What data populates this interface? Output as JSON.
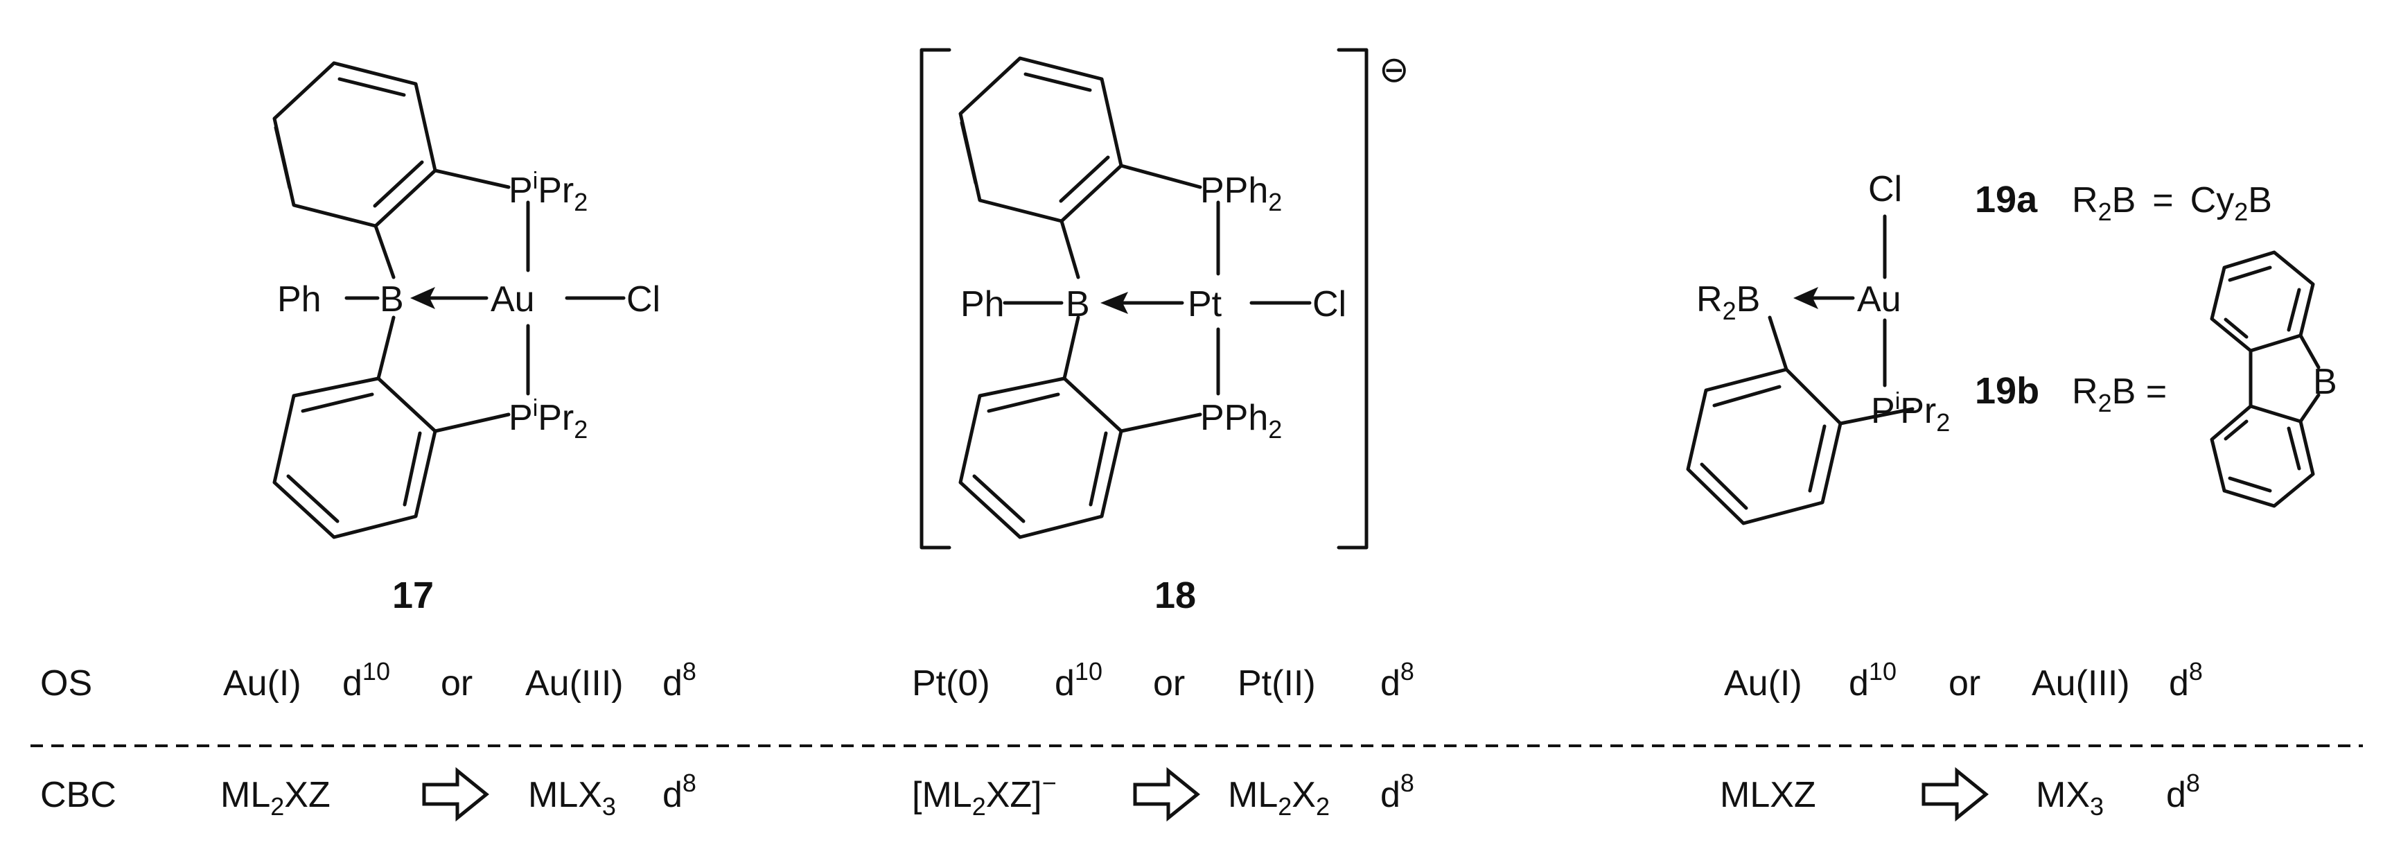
{
  "compounds": {
    "c17": {
      "label": "17",
      "atoms": {
        "p_top": {
          "base": "P",
          "sup": "i",
          "tail": "Pr",
          "sub": "2"
        },
        "p_bottom": {
          "base": "P",
          "sup": "i",
          "tail": "Pr",
          "sub": "2"
        },
        "ph": "Ph",
        "b": "B",
        "metal": "Au",
        "cl": "Cl"
      }
    },
    "c18": {
      "label": "18",
      "charge": "⊖",
      "atoms": {
        "p_top": {
          "base": "PPh",
          "sub": "2"
        },
        "p_bottom": {
          "base": "PPh",
          "sub": "2"
        },
        "ph": "Ph",
        "b": "B",
        "metal": "Pt",
        "cl": "Cl"
      }
    },
    "c19": {
      "atoms": {
        "cl": "Cl",
        "r2b": {
          "base": "R",
          "sub": "2",
          "tail": "B"
        },
        "metal": "Au",
        "p": {
          "base": "P",
          "sup": "i",
          "tail": "Pr",
          "sub": "2"
        }
      },
      "variant_a": {
        "label": "19a",
        "lhs": {
          "base": "R",
          "sub": "2",
          "tail": "B"
        },
        "eq": "=",
        "rhs": {
          "base": "Cy",
          "sub": "2",
          "tail": "B"
        }
      },
      "variant_b": {
        "label": "19b",
        "lhs": {
          "base": "R",
          "sub": "2",
          "tail": "B ="
        },
        "boron": "B"
      }
    }
  },
  "os_row": {
    "label": "OS",
    "c17": [
      {
        "base": "Au(I)"
      },
      {
        "base": "d",
        "sup": "10"
      },
      {
        "base": "or"
      },
      {
        "base": "Au(III)"
      },
      {
        "base": "d",
        "sup": "8"
      }
    ],
    "c18": [
      {
        "base": "Pt(0)"
      },
      {
        "base": "d",
        "sup": "10"
      },
      {
        "base": "or"
      },
      {
        "base": "Pt(II)"
      },
      {
        "base": "d",
        "sup": "8"
      }
    ],
    "c19": [
      {
        "base": "Au(I)"
      },
      {
        "base": "d",
        "sup": "10"
      },
      {
        "base": "or"
      },
      {
        "base": "Au(III)"
      },
      {
        "base": "d",
        "sup": "8"
      }
    ]
  },
  "cbc_row": {
    "label": "CBC",
    "c17": {
      "from": {
        "base": "ML",
        "sub": "2",
        "tail": "XZ"
      },
      "to": {
        "base": "MLX",
        "sub": "3"
      },
      "d": {
        "base": "d",
        "sup": "8"
      }
    },
    "c18": {
      "from": {
        "base": "[ML",
        "sub": "2",
        "tail": "XZ]",
        "sup": "−"
      },
      "to": {
        "base": "ML",
        "sub": "2",
        "tail": "X",
        "sub2": "2"
      },
      "d": {
        "base": "d",
        "sup": "8"
      }
    },
    "c19": {
      "from": {
        "base": "MLXZ"
      },
      "to": {
        "base": "MX",
        "sub": "3"
      },
      "d": {
        "base": "d",
        "sup": "8"
      }
    }
  }
}
